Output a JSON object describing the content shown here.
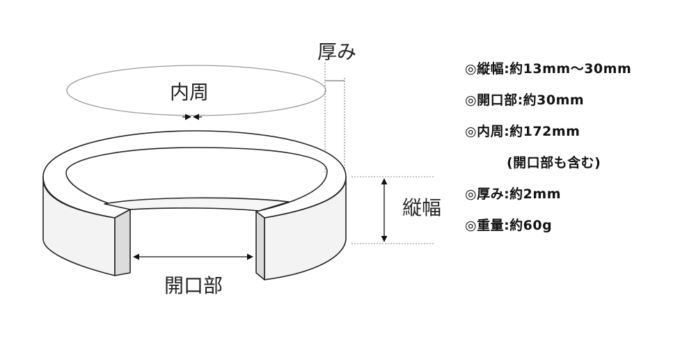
{
  "diagram": {
    "labels": {
      "inner_circumference": "内周",
      "thickness": "厚み",
      "width": "縦幅",
      "opening": "開口部"
    }
  },
  "specs": [
    "◎縦幅:約13mm〜30mm",
    "◎開口部:約30mm",
    "◎内周:約172mm",
    "(開口部も含む)",
    "◎厚み:約2mm",
    "◎重量:約60g"
  ]
}
